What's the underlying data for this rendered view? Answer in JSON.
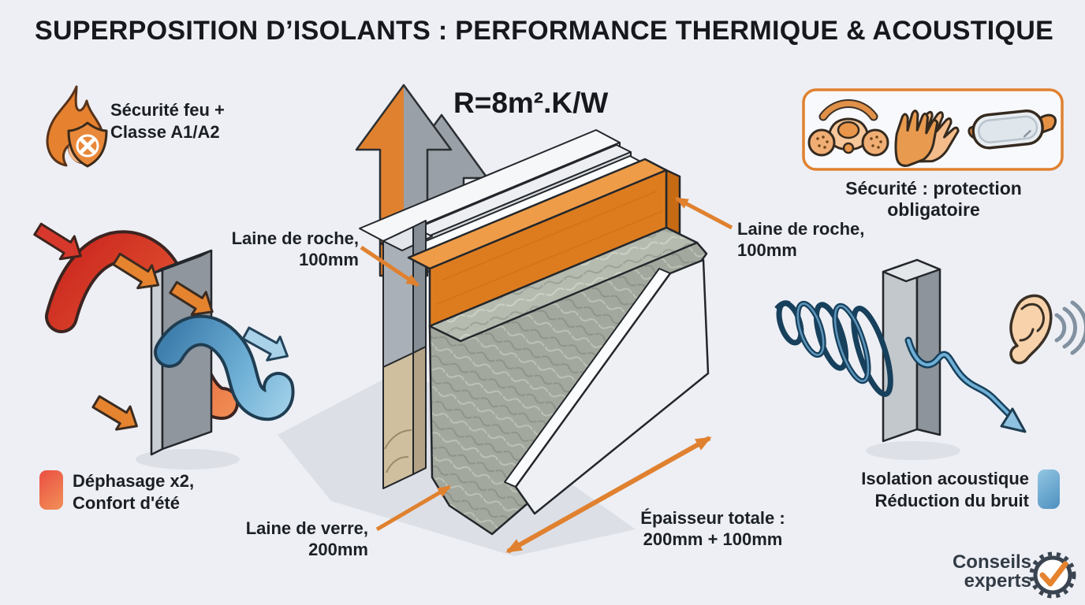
{
  "title": "SUPERPOSITION D’ISOLANTS : PERFORMANCE THERMIQUE & ACOUSTIQUE",
  "fire_safety": {
    "icon": "flame-shield-icon",
    "label": "Sécurité feu +\nClasse A1/A2"
  },
  "r_value": "R=8m².K/W",
  "labels": {
    "rock_wool_left": "Laine de roche,\n100mm",
    "rock_wool_right": "Laine de roche,\n100mm",
    "glass_wool": "Laine de verre,\n200mm",
    "total_thickness": "Épaisseur totale :\n200mm + 100mm"
  },
  "safety_box": {
    "icons": [
      "respirator-icon",
      "gloves-icon",
      "goggles-icon"
    ],
    "caption": "Sécurité : protection obligatoire"
  },
  "thermal_diagram": {
    "icons": [
      "heat-wave-in-icon",
      "wall-slab-icon",
      "cool-wave-out-icon"
    ]
  },
  "acoustic_diagram": {
    "icons": [
      "sound-spring-icon",
      "wall-slab-icon",
      "damped-wave-icon",
      "ear-icon"
    ]
  },
  "legend_left": {
    "label": "Déphasage x2,\nConfort d'été",
    "swatch_color": "red-orange"
  },
  "legend_right": {
    "label": "Isolation acoustique\nRéduction du bruit",
    "swatch_color": "blue"
  },
  "logo": {
    "line1": "Conseils",
    "line2": "experts",
    "icon": "check-badge-icon"
  },
  "colors": {
    "background": "#edeff5",
    "accent_orange": "#e0812f",
    "heat_red": "#d63c2c",
    "cool_blue": "#4d90c0",
    "wall_gray": "#99a0a7",
    "text": "#1b1f24"
  }
}
